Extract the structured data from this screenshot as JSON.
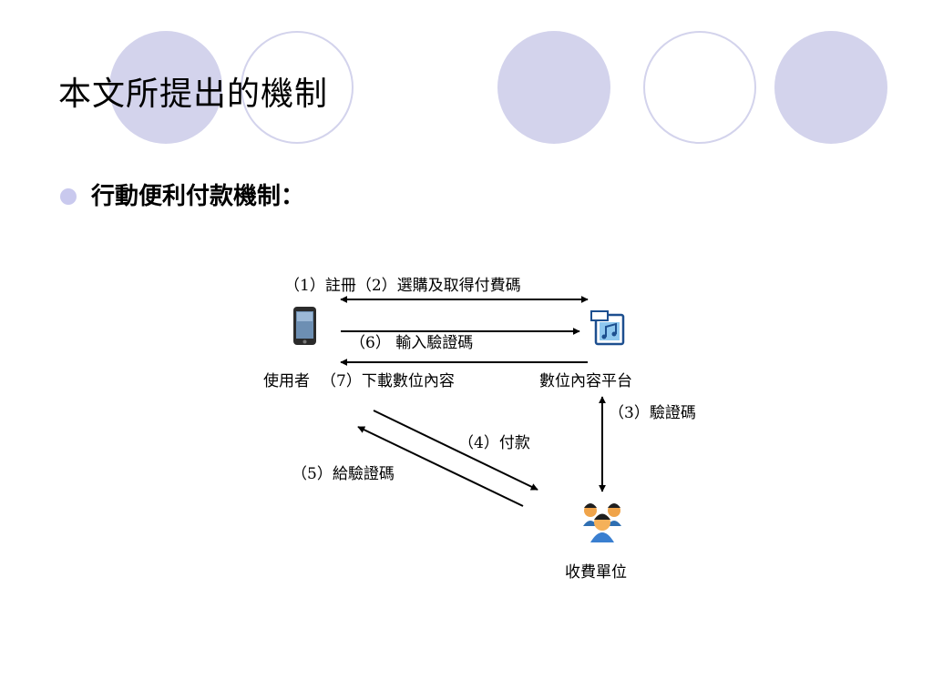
{
  "slide": {
    "title": "本文所提出的機制",
    "bullet": "行動便利付款機制："
  },
  "diagram": {
    "user": {
      "label": "使用者",
      "icon": "smartphone-icon"
    },
    "platform": {
      "label": "數位內容平台",
      "icon": "music-file-icon"
    },
    "payee": {
      "label": "收費單位",
      "icon": "people-group-icon"
    },
    "steps": {
      "register_purchase": "（1）註冊（2）選購及取得付費碼",
      "enter_code": "（6） 輸入驗證碼",
      "download": "（7）下載數位內容",
      "verify_code": "（3）驗證碼",
      "pay": "（4）付款",
      "give_code": "（5）給驗證碼"
    }
  },
  "colors": {
    "accent": "#d3d3ec",
    "bullet": "#c9c9ee",
    "arrow": "#000000"
  }
}
